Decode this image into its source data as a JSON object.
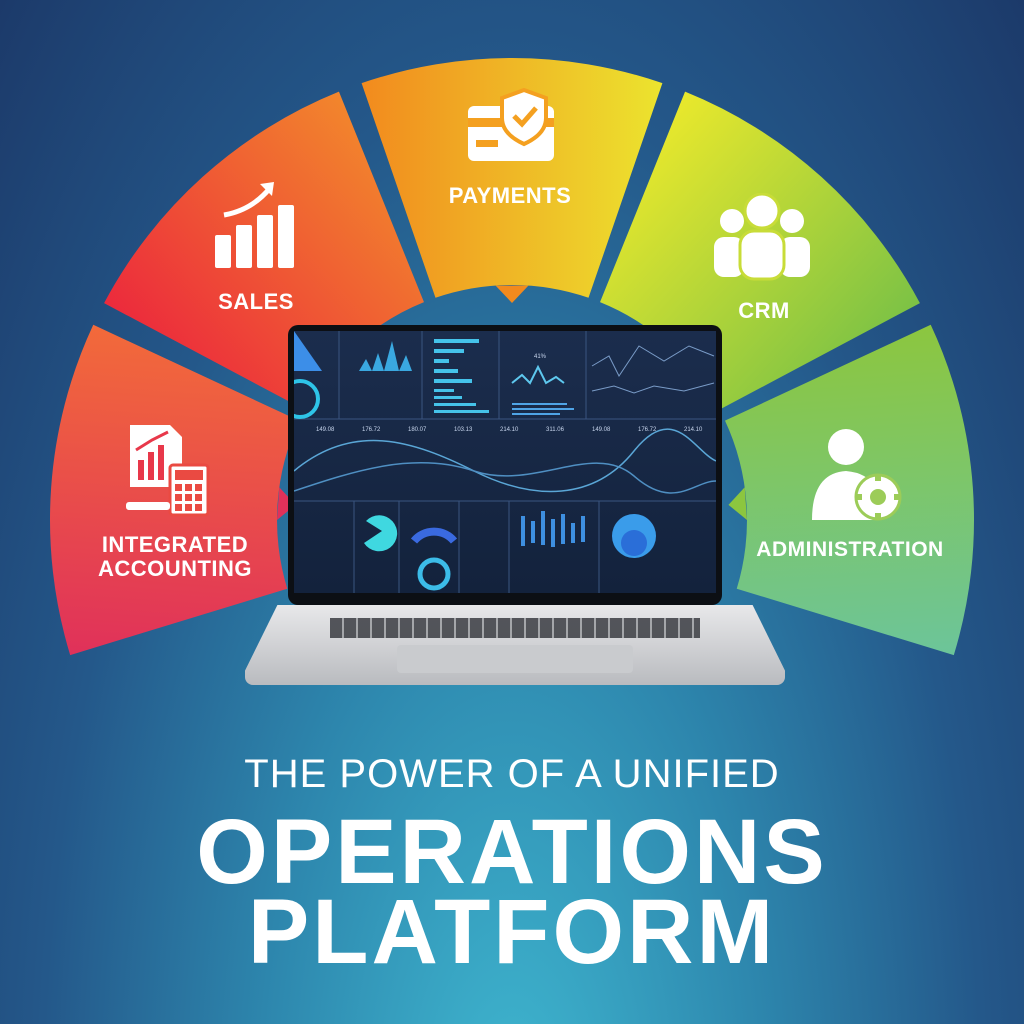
{
  "segments": [
    {
      "id": "integrated-accounting",
      "label": "INTEGRATED ACCOUNTING",
      "line1": "INTEGRATED",
      "line2": "ACCOUNTING",
      "icon": "accounting-report-calculator-icon",
      "colors": [
        "#e0315a",
        "#f26a3a"
      ]
    },
    {
      "id": "sales",
      "label": "SALES",
      "icon": "bar-chart-growth-icon",
      "colors": [
        "#ec2a3c",
        "#f2862c"
      ]
    },
    {
      "id": "payments",
      "label": "PAYMENTS",
      "icon": "card-shield-check-icon",
      "colors": [
        "#f28a1e",
        "#ece42e"
      ]
    },
    {
      "id": "crm",
      "label": "CRM",
      "icon": "user-group-icon",
      "colors": [
        "#e9e82c",
        "#7cc245"
      ]
    },
    {
      "id": "administration",
      "label": "ADMINISTRATION",
      "icon": "user-gear-icon",
      "colors": [
        "#8cc63f",
        "#6cc59a"
      ]
    }
  ],
  "dashboard": {
    "percent": "41%",
    "values": [
      "149.08",
      "176.72",
      "180.07",
      "103.13",
      "214.10",
      "311.06",
      "149.08",
      "176.72",
      "214.10"
    ]
  },
  "headline": {
    "line1": "THE POWER OF A UNIFIED",
    "line2": "OPERATIONS",
    "line3": "PLATFORM"
  }
}
